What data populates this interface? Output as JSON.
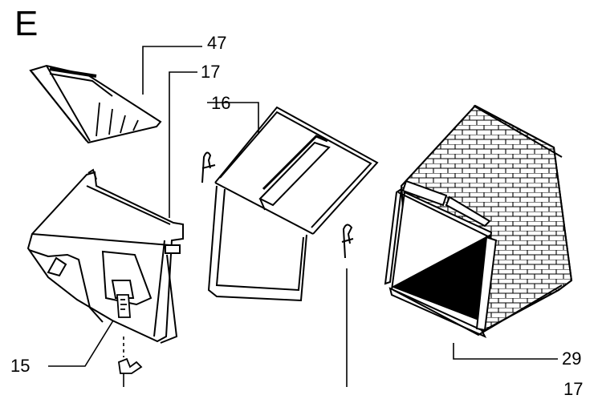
{
  "diagram": {
    "section_letter": "E",
    "callouts": {
      "c47": "47",
      "c17": "17",
      "c16": "16",
      "c15": "15",
      "c29": "29",
      "c17_bottom": "17"
    }
  },
  "colors": {
    "ink": "#000000",
    "paper": "#ffffff"
  },
  "icons": {
    "top_cover": "deflector-cover-drawing",
    "chute": "discharge-chute-drawing",
    "frame": "bag-frame-drawing",
    "pin": "r-clip-pin-drawing",
    "bag": "grass-bag-drawing",
    "latch": "spring-latch-drawing"
  }
}
